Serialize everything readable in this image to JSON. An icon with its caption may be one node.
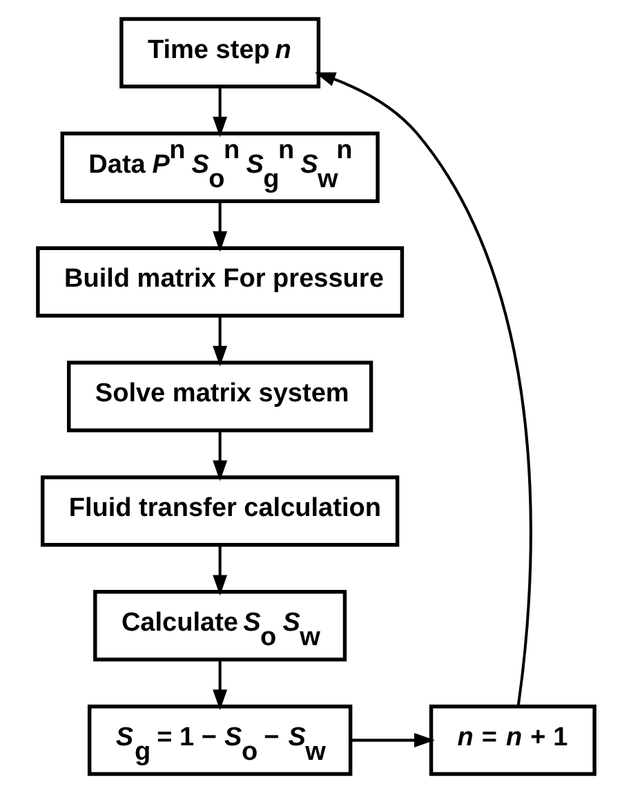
{
  "diagram": {
    "nodes": [
      {
        "text": [
          "Time step *n*"
        ]
      },
      {
        "text": [
          "Data *P*$^{n}$ *S*$_{o}$$^{n}$ *S*$_{g}$$^{n}$ *S*$_{w}$$^{n}$"
        ]
      },
      {
        "text": [
          "Build matrix For pressure"
        ]
      },
      {
        "text": [
          "Solve matrix system"
        ]
      },
      {
        "text": [
          "Fluid transfer calculation"
        ]
      },
      {
        "text": [
          "Calculate *S*$_{o}$ *S*$_{w}$"
        ]
      },
      {
        "text": [
          "*S*$_{g}$ = 1 − *S*$_{o}$ − *S*$_{w}$"
        ]
      },
      {
        "text": [
          "*n* = *n* + 1"
        ]
      }
    ],
    "edges": [
      {
        "from": 0,
        "to": 1,
        "arrow": "to"
      },
      {
        "from": 1,
        "to": 2,
        "arrow": "to"
      },
      {
        "from": 2,
        "to": 3,
        "arrow": "to"
      },
      {
        "from": 3,
        "to": 4,
        "arrow": "to"
      },
      {
        "from": 4,
        "to": 5,
        "arrow": "to"
      },
      {
        "from": 5,
        "to": 6,
        "arrow": "to"
      },
      {
        "from": 6,
        "to": 7,
        "arrow": "to"
      },
      {
        "from": 7,
        "to": 0,
        "arrow": "to"
      }
    ]
  }
}
